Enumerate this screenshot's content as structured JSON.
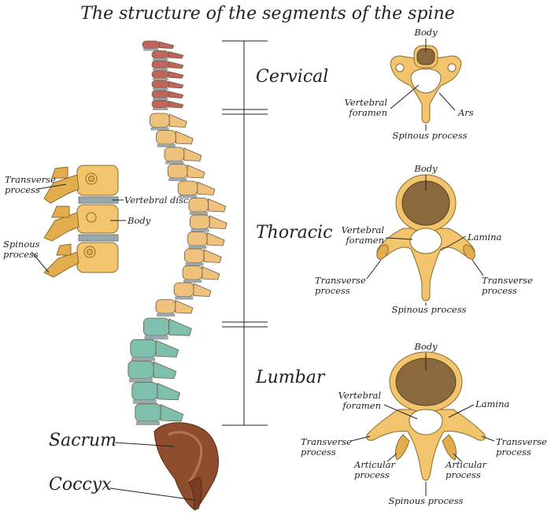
{
  "title": "The structure of the segments of the spine",
  "regions": {
    "cervical": "Cervical",
    "thoracic": "Thoracic",
    "lumbar": "Lumbar",
    "sacrum": "Sacrum",
    "coccyx": "Coccyx"
  },
  "side_detail": {
    "transverse": [
      "Transverse",
      "process"
    ],
    "vertebral_disc": "Vertebral disc",
    "body": "Body",
    "spinous": [
      "Spinous",
      "process"
    ]
  },
  "cervical_detail": {
    "body": "Body",
    "vertebral_foramen": [
      "Vertebral",
      "foramen"
    ],
    "ars": "Ars",
    "spinous": "Spinous process"
  },
  "thoracic_detail": {
    "body": "Body",
    "vertebral_foramen": [
      "Vertebral",
      "foramen"
    ],
    "lamina": "Lamina",
    "transverse_left": [
      "Transverse",
      "process"
    ],
    "transverse_right": [
      "Transverse",
      "process"
    ],
    "spinous": "Spinous process"
  },
  "lumbar_detail": {
    "body": "Body",
    "vertebral_foramen": [
      "Vertebral",
      "foramen"
    ],
    "lamina": "Lamina",
    "transverse_left": [
      "Transverse",
      "process"
    ],
    "transverse_right": [
      "Transverse",
      "process"
    ],
    "articular_left": [
      "Articular",
      "process"
    ],
    "articular_right": [
      "Articular",
      "process"
    ],
    "spinous": "Spinous process"
  },
  "colors": {
    "cervical": "#c0655c",
    "thoracic": "#eec27c",
    "lumbar": "#7fbfae",
    "sacrum": "#8e4e2e",
    "disc": "#9aa8ad",
    "bone": "#f2c46e"
  }
}
